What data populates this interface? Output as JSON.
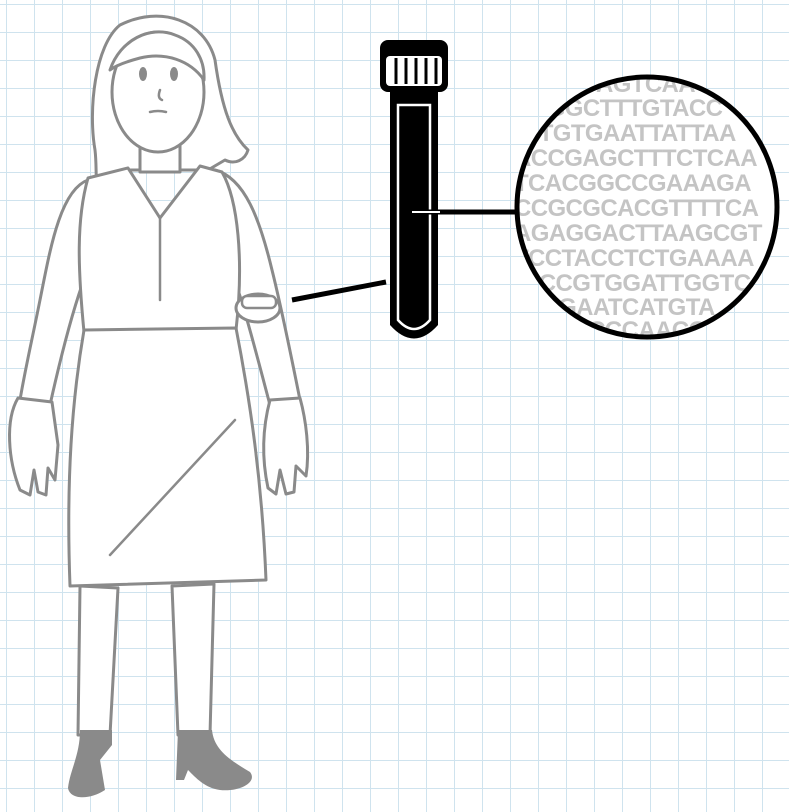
{
  "sequence_lines": [
    "CATAGTCAA",
    "CGGCTTTGTACC",
    "CTGTGAATTATTAA",
    "ACCGAGCTTTCTCAA",
    "TCACGGCCGAAAGA",
    "CCGCGCACGTTTTCA",
    "AGAGGACTTAAGCGT",
    "TCCTACCTCTGAAAA",
    "CCCGTGGATTGGTC",
    "GGAATCATGTA",
    "GCCCAACC"
  ],
  "colors": {
    "grid": "#cfe3ee",
    "outline": "#8a8a8a",
    "shoes": "#8a8a8a",
    "tube": "#000000",
    "sequence_text": "#c4c4c4"
  },
  "icons": [
    "person-figure",
    "blood-draw-bandage",
    "test-tube-icon",
    "magnifier-circle"
  ]
}
